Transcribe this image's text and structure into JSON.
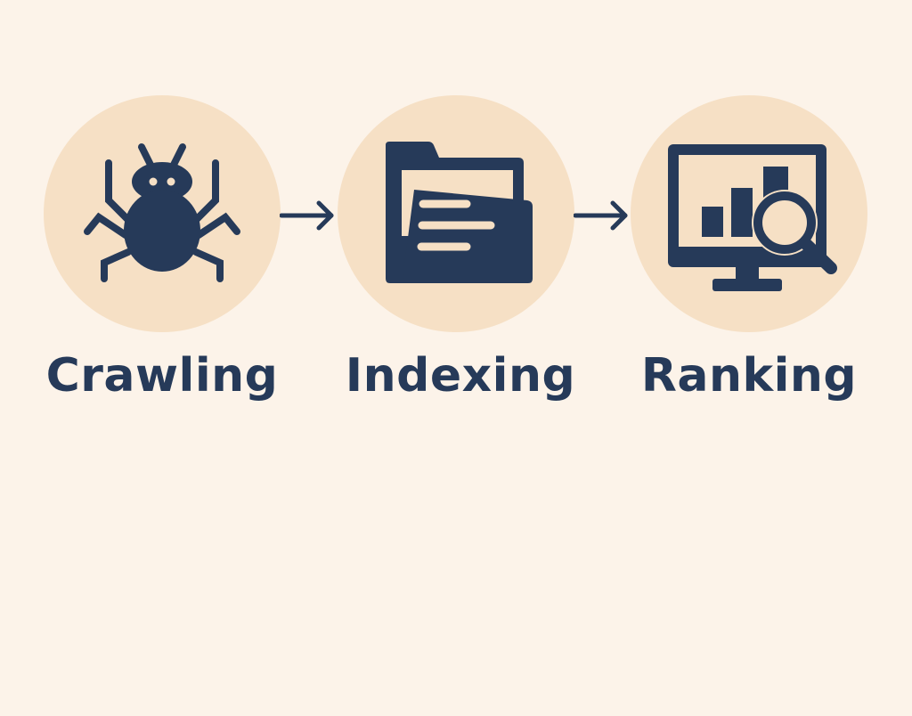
{
  "colors": {
    "background": "#fcf3e9",
    "circle_fill": "#f6e0c5",
    "icon_color": "#263a59"
  },
  "steps": [
    {
      "label": "Crawling",
      "icon": "bug-icon"
    },
    {
      "label": "Indexing",
      "icon": "folder-document-icon"
    },
    {
      "label": "Ranking",
      "icon": "monitor-chart-search-icon"
    }
  ],
  "connectors": [
    "arrow-right-icon",
    "arrow-right-icon"
  ]
}
